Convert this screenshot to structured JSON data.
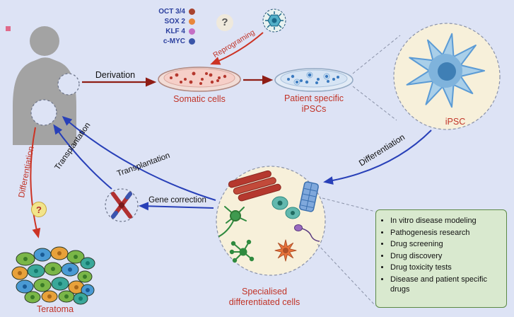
{
  "colors": {
    "background": "#dde3f5",
    "red_accent": "#c13327",
    "maroon_arrow": "#8f1d15",
    "blue_arrow": "#2840b8",
    "box_bg": "#d9e9cf",
    "box_border": "#5c8a46"
  },
  "factors": {
    "items": [
      {
        "label": "OCT 3/4",
        "color": "#a8432e"
      },
      {
        "label": "SOX 2",
        "color": "#e8863a"
      },
      {
        "label": "KLF 4",
        "color": "#c46ec4"
      },
      {
        "label": "c-MYC",
        "color": "#3a55a8"
      }
    ]
  },
  "process": {
    "question_mark_top": "?",
    "question_mark_left": "?",
    "reprograming": "Reprograming",
    "derivation": "Derivation",
    "somatic_cells": "Somatic cells",
    "patient_ipscs": "Patient specific iPSCs",
    "ipsc": "iPSC",
    "differentiation_right": "Differentiation",
    "transplantation_upper": "Transplantation",
    "transplantation_lower": "Transplantation",
    "gene_correction": "Gene correction",
    "differentiation_left": "Differentiation",
    "specialised_cells": "Specialised differentiated cells",
    "teratoma": "Teratoma"
  },
  "applications": {
    "items": [
      "In vitro disease modeling",
      "Pathogenesis research",
      "Drug screening",
      "Drug discovery",
      "Drug toxicity tests",
      "Disease and patient specific drugs"
    ]
  }
}
